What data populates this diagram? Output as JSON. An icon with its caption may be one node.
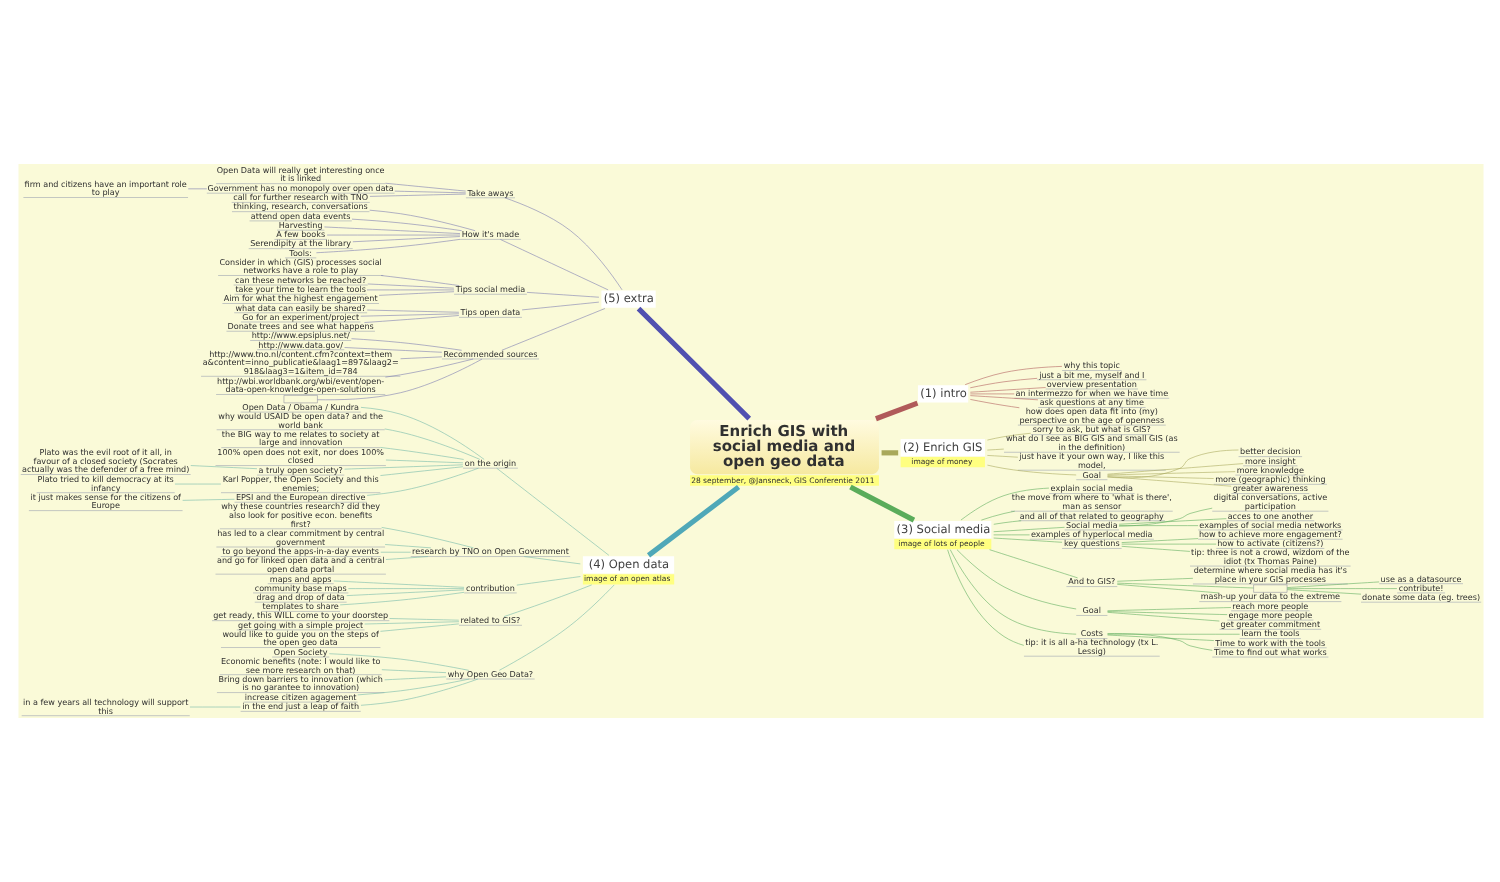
{
  "diagram": {
    "nodes": [
      {
        "text": [
          "Enrich GIS with social media and open geo data"
        ],
        "beside": [
          "28 september, @Jansneck, GIS Conferentie 2011"
        ]
      },
      {
        "text": [
          "(1) intro"
        ]
      },
      {
        "text": [
          "why this topic"
        ]
      },
      {
        "text": [
          "just a bit me, myself and I"
        ]
      },
      {
        "text": [
          "overview presentation"
        ]
      },
      {
        "text": [
          "an intermezzo for when we have time"
        ]
      },
      {
        "text": [
          "ask questions at any time"
        ]
      },
      {
        "text": [
          "how does open data fit into (my) perspective on the age of openness"
        ]
      },
      {
        "text": [
          "(2) Enrich GIS"
        ],
        "beside": [
          "image of money"
        ]
      },
      {
        "text": [
          "sorry to ask, but what is GIS?"
        ]
      },
      {
        "text": [
          "what do I see as BIG GIS and small GIS (as in the definition)"
        ]
      },
      {
        "text": [
          "just have it your own way, I like this model,"
        ]
      },
      {
        "text": [
          "Goal"
        ]
      },
      {
        "text": [
          "better decision"
        ]
      },
      {
        "text": [
          "more insight"
        ]
      },
      {
        "text": [
          "more knowledge"
        ]
      },
      {
        "text": [
          "more (geographic) thinking"
        ]
      },
      {
        "text": [
          "greater awareness"
        ]
      },
      {
        "text": [
          "(3) Social media"
        ],
        "beside": [
          "image of lots of people"
        ]
      },
      {
        "text": [
          "explain social media"
        ]
      },
      {
        "text": [
          "the move from where to 'what is there', man as sensor"
        ]
      },
      {
        "text": [
          "and all of that related to geography"
        ]
      },
      {
        "text": [
          "Social media"
        ]
      },
      {
        "text": [
          "digital conversations, active participation"
        ]
      },
      {
        "text": [
          "acces to one another"
        ]
      },
      {
        "text": [
          "examples of social media networks"
        ]
      },
      {
        "text": [
          "examples of hyperlocal media"
        ]
      },
      {
        "text": [
          "key questions"
        ]
      },
      {
        "text": [
          "how to achieve more engagement?"
        ]
      },
      {
        "text": [
          "how to activate (citizens?)"
        ]
      },
      {
        "text": [
          "tip: three is not a crowd, wizdom of the idiot (tx Thomas Paine)"
        ]
      },
      {
        "text": [
          "And to GIS?"
        ]
      },
      {
        "text": [
          "determine where social media has it's place in your GIS processes"
        ]
      },
      {
        "text": [],
        "shape": "box"
      },
      {
        "text": [
          "use as a datasource"
        ]
      },
      {
        "text": [
          "contribute!"
        ]
      },
      {
        "text": [
          "donate some data (eg. trees)"
        ]
      },
      {
        "text": [
          "mash-up your data to the extreme"
        ]
      },
      {
        "text": [
          "Goal"
        ]
      },
      {
        "text": [
          "reach more people"
        ]
      },
      {
        "text": [
          "engage more people"
        ]
      },
      {
        "text": [
          "get greater commitment"
        ]
      },
      {
        "text": [
          "Costs"
        ]
      },
      {
        "text": [
          "learn the tools"
        ]
      },
      {
        "text": [
          "Time to work with the tools"
        ]
      },
      {
        "text": [
          "Time to find out what works"
        ]
      },
      {
        "text": [
          "tip: it is all a-ha technology (tx L. Lessig)"
        ]
      },
      {
        "text": [
          "(4) Open data"
        ],
        "beside": [
          "image of an open atlas"
        ]
      },
      {
        "text": [
          "on the origin"
        ]
      },
      {
        "text": [
          "Open Data / Obama / Kundra"
        ]
      },
      {
        "text": [
          "why would USAID be open data? and the world bank"
        ]
      },
      {
        "text": [
          "the BIG way to me relates to society at large and innovation"
        ]
      },
      {
        "text": [
          "100% open does not exit, nor does 100% closed"
        ]
      },
      {
        "text": [
          "a truly open society?"
        ]
      },
      {
        "text": [
          "Plato was the evil root of it all, in favour of a closed society (Socrates actually was the defender of a free mind)"
        ]
      },
      {
        "text": [
          "Karl Popper, the Open Society and this enemies;"
        ]
      },
      {
        "text": [
          "Plato tried to kill democracy at its infancy"
        ]
      },
      {
        "text": [
          "EPSI and the European directive"
        ]
      },
      {
        "text": [
          "it just makes sense for the citizens of Europe"
        ]
      },
      {
        "text": [
          "research by TNO on Open Government"
        ]
      },
      {
        "text": [
          "why these countries research? did they also look for positive econ. benefits first?"
        ]
      },
      {
        "text": [
          "has led to a clear commitment by central government"
        ]
      },
      {
        "text": [
          "to go beyond the apps-in-a-day events"
        ]
      },
      {
        "text": [
          "and go for linked open data and a central open data portal"
        ]
      },
      {
        "text": [
          "contribution"
        ]
      },
      {
        "text": [
          "maps and apps"
        ]
      },
      {
        "text": [
          "community base maps"
        ]
      },
      {
        "text": [
          "drag and drop of data"
        ]
      },
      {
        "text": [
          "templates to share"
        ]
      },
      {
        "text": [
          "related to GIS?"
        ]
      },
      {
        "text": [
          "get ready, this WILL come to your doorstep"
        ]
      },
      {
        "text": [
          "get going with a simple project"
        ]
      },
      {
        "text": [
          "would like to guide you on the steps of the open geo data"
        ]
      },
      {
        "text": [
          "why Open Geo Data?"
        ]
      },
      {
        "text": [
          "Open Society"
        ]
      },
      {
        "text": [
          "Economic benefits (note: I would like to see more research on that)"
        ]
      },
      {
        "text": [
          "Bring down barriers to innovation (which is no garantee to innovation)"
        ]
      },
      {
        "text": [
          "increase citizen agagement"
        ]
      },
      {
        "text": [
          "in the end just a leap of faith"
        ]
      },
      {
        "text": [
          "in a few years all technology will support this"
        ]
      },
      {
        "text": [
          "(5) extra"
        ]
      },
      {
        "text": [
          "Take aways"
        ]
      },
      {
        "text": [
          "Open Data will really get interesting once it is linked"
        ]
      },
      {
        "text": [
          "Government has no monopoly over open data"
        ]
      },
      {
        "text": [
          "firm and citizens have an important role to play"
        ]
      },
      {
        "text": [
          "call for further research with TNO"
        ]
      },
      {
        "text": [
          "How it's made"
        ]
      },
      {
        "text": [
          "thinking, research, conversations"
        ]
      },
      {
        "text": [
          "attend open data events"
        ]
      },
      {
        "text": [
          "Harvesting"
        ]
      },
      {
        "text": [
          "A few books"
        ]
      },
      {
        "text": [
          "Serendipity at the library"
        ]
      },
      {
        "text": [
          "Tools:"
        ]
      },
      {
        "text": [
          "Tips social media"
        ]
      },
      {
        "text": [
          "Consider in which (GIS) processes social networks have a role to play"
        ]
      },
      {
        "text": [
          "can these networks be reached?"
        ]
      },
      {
        "text": [
          "take your time to learn the tools"
        ]
      },
      {
        "text": [
          "Aim for what the highest engagement"
        ]
      },
      {
        "text": [
          "Tips open data"
        ]
      },
      {
        "text": [
          "what data can easily be shared?"
        ]
      },
      {
        "text": [
          "Go for an experiment/project"
        ]
      },
      {
        "text": [
          "Donate trees and see what happens"
        ]
      },
      {
        "text": [
          "Recommended sources"
        ]
      },
      {
        "text": [
          "http://www.epsiplus.net/"
        ]
      },
      {
        "text": [
          "http://www.data.gov/"
        ]
      },
      {
        "text": [
          "http://www.tno.nl/content.cfm?context=thema&content=inno_publicatie&laag1=897&laag2=918&laag3=1&item_id=784"
        ]
      },
      {
        "text": [
          "http://wbi.worldbank.org/wbi/event/open-data-open-knowledge-open-solutions"
        ]
      },
      {
        "text": [],
        "shape": "box"
      }
    ],
    "edges": [
      {
        "from": 0,
        "to": 1,
        "arrow": "none",
        "style": "thick",
        "color": "#b05a5a"
      },
      {
        "from": 1,
        "to": 2,
        "arrow": "none",
        "color": "#b05a5a"
      },
      {
        "from": 1,
        "to": 3,
        "arrow": "none",
        "color": "#b05a5a"
      },
      {
        "from": 1,
        "to": 4,
        "arrow": "none",
        "color": "#b05a5a"
      },
      {
        "from": 1,
        "to": 5,
        "arrow": "none",
        "color": "#b05a5a"
      },
      {
        "from": 1,
        "to": 6,
        "arrow": "none",
        "color": "#b05a5a"
      },
      {
        "from": 1,
        "to": 7,
        "arrow": "none",
        "color": "#b05a5a"
      },
      {
        "from": 0,
        "to": 8,
        "arrow": "none",
        "style": "thick",
        "color": "#a8a85a"
      },
      {
        "from": 8,
        "to": 9,
        "arrow": "none",
        "color": "#a8a85a"
      },
      {
        "from": 8,
        "to": 10,
        "arrow": "none",
        "color": "#a8a85a"
      },
      {
        "from": 8,
        "to": 11,
        "arrow": "none",
        "color": "#a8a85a"
      },
      {
        "from": 8,
        "to": 12,
        "arrow": "none",
        "color": "#a8a85a"
      },
      {
        "from": 12,
        "to": 13,
        "arrow": "none",
        "color": "#a8a85a"
      },
      {
        "from": 12,
        "to": 14,
        "arrow": "none",
        "color": "#a8a85a"
      },
      {
        "from": 12,
        "to": 15,
        "arrow": "none",
        "color": "#a8a85a"
      },
      {
        "from": 12,
        "to": 16,
        "arrow": "none",
        "color": "#a8a85a"
      },
      {
        "from": 12,
        "to": 17,
        "arrow": "none",
        "color": "#a8a85a"
      },
      {
        "from": 0,
        "to": 18,
        "arrow": "none",
        "style": "thick",
        "color": "#5aac5a"
      },
      {
        "from": 18,
        "to": 19,
        "arrow": "none",
        "color": "#5aac5a"
      },
      {
        "from": 18,
        "to": 20,
        "arrow": "none",
        "color": "#5aac5a"
      },
      {
        "from": 18,
        "to": 21,
        "arrow": "none",
        "color": "#5aac5a"
      },
      {
        "from": 18,
        "to": 22,
        "arrow": "none",
        "color": "#5aac5a"
      },
      {
        "from": 22,
        "to": 23,
        "arrow": "none",
        "color": "#5aac5a"
      },
      {
        "from": 22,
        "to": 24,
        "arrow": "none",
        "color": "#5aac5a"
      },
      {
        "from": 22,
        "to": 25,
        "arrow": "none",
        "color": "#5aac5a"
      },
      {
        "from": 18,
        "to": 26,
        "arrow": "none",
        "color": "#5aac5a"
      },
      {
        "from": 18,
        "to": 27,
        "arrow": "none",
        "color": "#5aac5a"
      },
      {
        "from": 27,
        "to": 28,
        "arrow": "none",
        "color": "#5aac5a"
      },
      {
        "from": 27,
        "to": 29,
        "arrow": "none",
        "color": "#5aac5a"
      },
      {
        "from": 27,
        "to": 30,
        "arrow": "none",
        "color": "#5aac5a"
      },
      {
        "from": 18,
        "to": 31,
        "arrow": "none",
        "color": "#5aac5a"
      },
      {
        "from": 31,
        "to": 32,
        "arrow": "none",
        "color": "#5aac5a"
      },
      {
        "from": 31,
        "to": 33,
        "arrow": "none",
        "color": "#5aac5a"
      },
      {
        "from": 33,
        "to": 34,
        "arrow": "none",
        "color": "#5aac5a"
      },
      {
        "from": 33,
        "to": 35,
        "arrow": "none",
        "color": "#5aac5a"
      },
      {
        "from": 33,
        "to": 36,
        "arrow": "none",
        "color": "#5aac5a"
      },
      {
        "from": 31,
        "to": 37,
        "arrow": "none",
        "color": "#5aac5a"
      },
      {
        "from": 18,
        "to": 38,
        "arrow": "none",
        "color": "#5aac5a"
      },
      {
        "from": 38,
        "to": 39,
        "arrow": "none",
        "color": "#5aac5a"
      },
      {
        "from": 38,
        "to": 40,
        "arrow": "none",
        "color": "#5aac5a"
      },
      {
        "from": 38,
        "to": 41,
        "arrow": "none",
        "color": "#5aac5a"
      },
      {
        "from": 18,
        "to": 42,
        "arrow": "none",
        "color": "#5aac5a"
      },
      {
        "from": 42,
        "to": 43,
        "arrow": "none",
        "color": "#5aac5a"
      },
      {
        "from": 42,
        "to": 44,
        "arrow": "none",
        "color": "#5aac5a"
      },
      {
        "from": 42,
        "to": 45,
        "arrow": "none",
        "color": "#5aac5a"
      },
      {
        "from": 18,
        "to": 46,
        "arrow": "none",
        "color": "#5aac5a"
      },
      {
        "from": 0,
        "to": 47,
        "arrow": "none",
        "style": "thick",
        "color": "#4fa8b8"
      },
      {
        "from": 47,
        "to": 48,
        "arrow": "none",
        "color": "#70b8a8"
      },
      {
        "from": 48,
        "to": 49,
        "arrow": "none",
        "color": "#70b8a8"
      },
      {
        "from": 48,
        "to": 50,
        "arrow": "none",
        "color": "#70b8a8"
      },
      {
        "from": 48,
        "to": 51,
        "arrow": "none",
        "color": "#70b8a8"
      },
      {
        "from": 48,
        "to": 52,
        "arrow": "none",
        "color": "#70b8a8"
      },
      {
        "from": 48,
        "to": 53,
        "arrow": "none",
        "color": "#70b8a8"
      },
      {
        "from": 53,
        "to": 54,
        "arrow": "none",
        "color": "#70b8a8"
      },
      {
        "from": 48,
        "to": 55,
        "arrow": "none",
        "color": "#70b8a8"
      },
      {
        "from": 55,
        "to": 56,
        "arrow": "none",
        "color": "#70b8a8"
      },
      {
        "from": 48,
        "to": 57,
        "arrow": "none",
        "color": "#70b8a8"
      },
      {
        "from": 57,
        "to": 58,
        "arrow": "none",
        "color": "#70b8a8"
      },
      {
        "from": 47,
        "to": 59,
        "arrow": "none",
        "color": "#70b8a8"
      },
      {
        "from": 59,
        "to": 60,
        "arrow": "none",
        "color": "#70b8a8"
      },
      {
        "from": 59,
        "to": 61,
        "arrow": "none",
        "color": "#70b8a8"
      },
      {
        "from": 59,
        "to": 62,
        "arrow": "none",
        "color": "#70b8a8"
      },
      {
        "from": 59,
        "to": 63,
        "arrow": "none",
        "color": "#70b8a8"
      },
      {
        "from": 47,
        "to": 64,
        "arrow": "none",
        "color": "#70b8a8"
      },
      {
        "from": 64,
        "to": 65,
        "arrow": "none",
        "color": "#70b8a8"
      },
      {
        "from": 64,
        "to": 66,
        "arrow": "none",
        "color": "#70b8a8"
      },
      {
        "from": 64,
        "to": 67,
        "arrow": "none",
        "color": "#70b8a8"
      },
      {
        "from": 64,
        "to": 68,
        "arrow": "none",
        "color": "#70b8a8"
      },
      {
        "from": 47,
        "to": 69,
        "arrow": "none",
        "color": "#70b8a8"
      },
      {
        "from": 69,
        "to": 70,
        "arrow": "none",
        "color": "#70b8a8"
      },
      {
        "from": 69,
        "to": 71,
        "arrow": "none",
        "color": "#70b8a8"
      },
      {
        "from": 69,
        "to": 72,
        "arrow": "none",
        "color": "#70b8a8"
      },
      {
        "from": 47,
        "to": 73,
        "arrow": "none",
        "color": "#70b8a8"
      },
      {
        "from": 73,
        "to": 74,
        "arrow": "none",
        "color": "#70b8a8"
      },
      {
        "from": 73,
        "to": 75,
        "arrow": "none",
        "color": "#70b8a8"
      },
      {
        "from": 73,
        "to": 76,
        "arrow": "none",
        "color": "#70b8a8"
      },
      {
        "from": 73,
        "to": 77,
        "arrow": "none",
        "color": "#70b8a8"
      },
      {
        "from": 73,
        "to": 78,
        "arrow": "none",
        "color": "#70b8a8"
      },
      {
        "from": 78,
        "to": 79,
        "arrow": "none",
        "color": "#70b8a8"
      },
      {
        "from": 0,
        "to": 80,
        "arrow": "none",
        "style": "thick",
        "color": "#5050b0"
      },
      {
        "from": 80,
        "to": 81,
        "arrow": "none",
        "color": "#7878b0"
      },
      {
        "from": 81,
        "to": 82,
        "arrow": "none",
        "color": "#7878b0"
      },
      {
        "from": 81,
        "to": 83,
        "arrow": "none",
        "color": "#7878b0"
      },
      {
        "from": 83,
        "to": 84,
        "arrow": "none",
        "color": "#7878b0"
      },
      {
        "from": 81,
        "to": 85,
        "arrow": "none",
        "color": "#7878b0"
      },
      {
        "from": 80,
        "to": 86,
        "arrow": "none",
        "color": "#7878b0"
      },
      {
        "from": 86,
        "to": 87,
        "arrow": "none",
        "color": "#7878b0"
      },
      {
        "from": 86,
        "to": 88,
        "arrow": "none",
        "color": "#7878b0"
      },
      {
        "from": 86,
        "to": 89,
        "arrow": "none",
        "color": "#7878b0"
      },
      {
        "from": 86,
        "to": 90,
        "arrow": "none",
        "color": "#7878b0"
      },
      {
        "from": 86,
        "to": 91,
        "arrow": "none",
        "color": "#7878b0"
      },
      {
        "from": 86,
        "to": 92,
        "arrow": "none",
        "color": "#7878b0"
      },
      {
        "from": 80,
        "to": 93,
        "arrow": "none",
        "color": "#7878b0"
      },
      {
        "from": 93,
        "to": 94,
        "arrow": "none",
        "color": "#7878b0"
      },
      {
        "from": 93,
        "to": 95,
        "arrow": "none",
        "color": "#7878b0"
      },
      {
        "from": 93,
        "to": 96,
        "arrow": "none",
        "color": "#7878b0"
      },
      {
        "from": 93,
        "to": 97,
        "arrow": "none",
        "color": "#7878b0"
      },
      {
        "from": 80,
        "to": 98,
        "arrow": "none",
        "color": "#7878b0"
      },
      {
        "from": 98,
        "to": 99,
        "arrow": "none",
        "color": "#7878b0"
      },
      {
        "from": 98,
        "to": 100,
        "arrow": "none",
        "color": "#7878b0"
      },
      {
        "from": 98,
        "to": 101,
        "arrow": "none",
        "color": "#7878b0"
      },
      {
        "from": 80,
        "to": 102,
        "arrow": "none",
        "color": "#7878b0"
      },
      {
        "from": 102,
        "to": 103,
        "arrow": "none",
        "color": "#7878b0"
      },
      {
        "from": 102,
        "to": 104,
        "arrow": "none",
        "color": "#7878b0"
      },
      {
        "from": 102,
        "to": 105,
        "arrow": "none",
        "color": "#7878b0"
      },
      {
        "from": 102,
        "to": 106,
        "arrow": "none",
        "color": "#7878b0"
      },
      {
        "from": 102,
        "to": 107,
        "arrow": "none",
        "color": "#7878b0"
      }
    ]
  }
}
